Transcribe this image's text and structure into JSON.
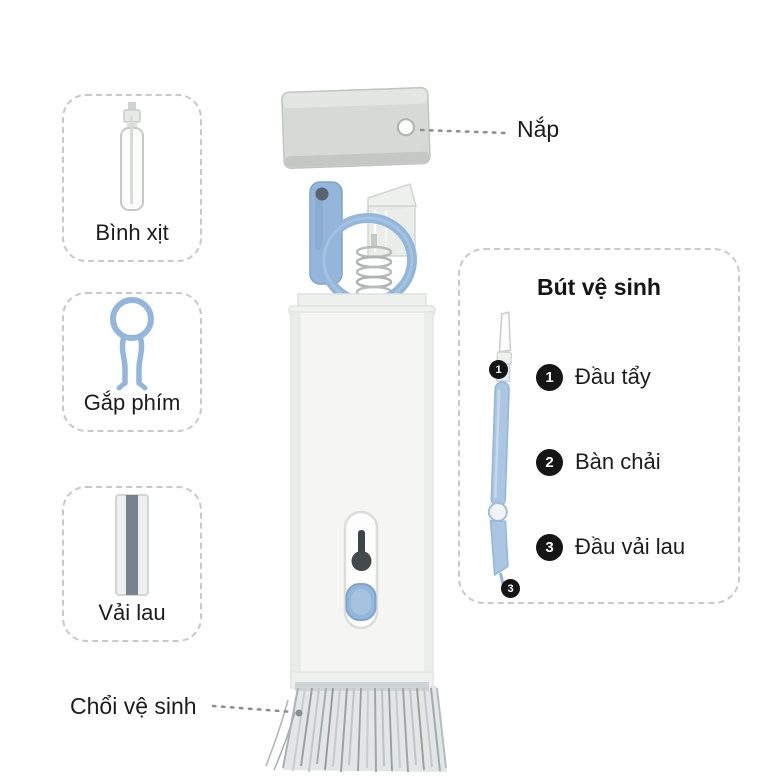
{
  "callouts": {
    "cap_label": "Nắp",
    "brush_label": "Chổi vệ sinh"
  },
  "side_items": [
    {
      "id": "spray-bottle",
      "label": "Bình xịt"
    },
    {
      "id": "keycap-puller",
      "label": "Gắp phím"
    },
    {
      "id": "cloth",
      "label": "Vải lau"
    }
  ],
  "pen_panel": {
    "title": "Bút vệ sinh",
    "items": [
      {
        "num": "1",
        "label": "Đầu tẩy"
      },
      {
        "num": "2",
        "label": "Bàn chải"
      },
      {
        "num": "3",
        "label": "Đầu vải lau"
      }
    ],
    "markers": [
      "1",
      "3"
    ]
  },
  "colors": {
    "accent_blue": "#93b6da",
    "marker_black": "#151515",
    "dashed_border": "#c9c9c9",
    "text": "#1c1c1c",
    "cap_gray": "#d6d9d5",
    "body_white": "#f5f6f4",
    "bristle_gray": "#a5acac"
  }
}
